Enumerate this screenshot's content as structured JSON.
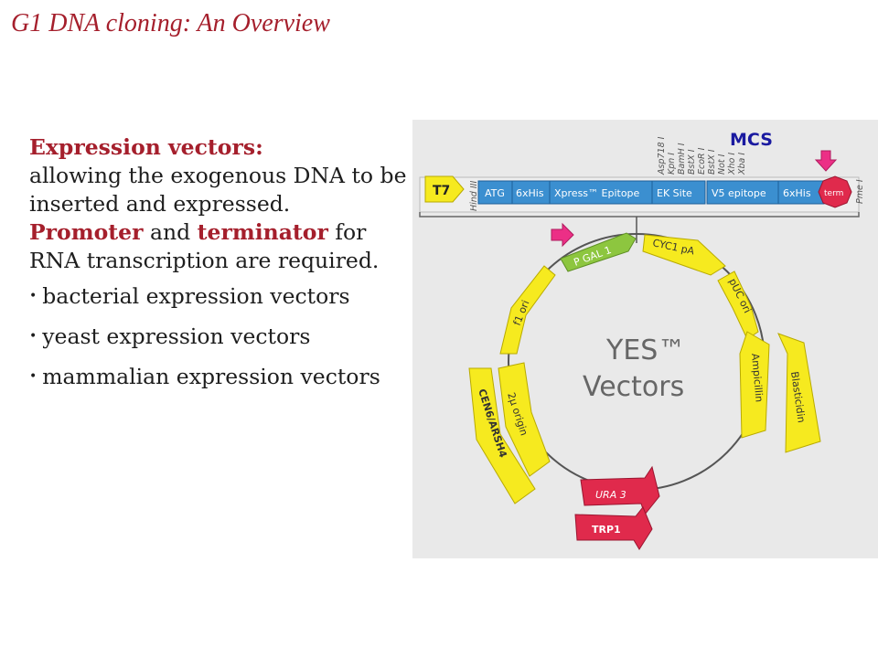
{
  "title": "G1 DNA cloning: An Overview",
  "body": {
    "heading": "Expression vectors:",
    "line1": "allowing the exogenous DNA to be inserted and expressed.",
    "promoter": "Promoter",
    "and": "and",
    "terminator": "terminator",
    "line2": "for RNA transcription are required.",
    "bullets": [
      "bacterial expression vectors",
      "yeast expression vectors",
      "mammalian expression vectors"
    ]
  },
  "diagram": {
    "mcs_label": "MCS",
    "bar": {
      "t7": "T7",
      "hind": "Hind III",
      "atg": "ATG",
      "his1": "6xHis",
      "xpress": "Xpress™ Epitope",
      "ek": "EK Site",
      "v5": "V5 epitope",
      "his2": "6xHis",
      "term": "term",
      "pme": "Pme I"
    },
    "sites": [
      "Asp718 I",
      "Kpn I",
      "BamH I",
      "BstX I",
      "EcoR I",
      "BstX I",
      "Not I",
      "Xho I",
      "Xba I"
    ],
    "center": {
      "line1": "YES™",
      "line2": "Vectors"
    },
    "features": {
      "pgal1": "P GAL 1",
      "cyc1": "CYC1 pA",
      "puc": "pUC ori",
      "f1": "f1 ori",
      "amp": "Ampicillin",
      "blast": "Blasticidin",
      "two_mu": "2μ origin",
      "cen": "CEN6/ARSH4",
      "ura3": "URA 3",
      "trp1": "TRP1"
    },
    "colors": {
      "yellow": "#f6ea1f",
      "green": "#8dc63f",
      "red": "#e02a4c",
      "blue_bar": "#3b8fd0",
      "pink_arrow": "#ec2f86",
      "background": "#e9e9e9"
    }
  }
}
